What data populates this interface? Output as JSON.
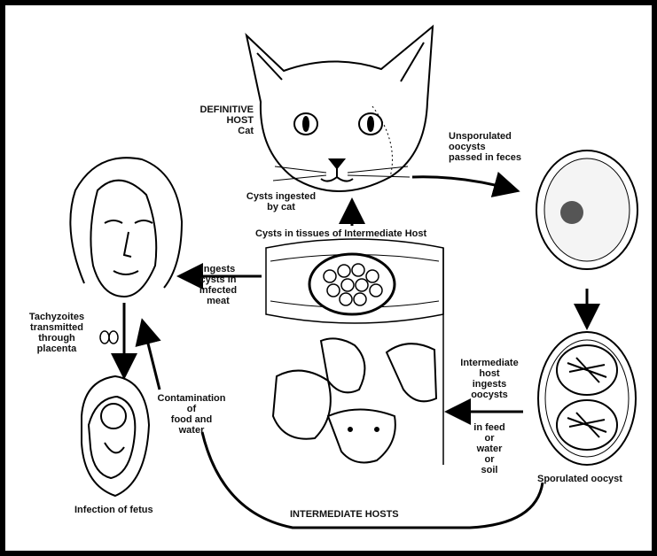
{
  "labels": {
    "definitive_host": [
      "DEFINITIVE",
      "HOST",
      "Cat"
    ],
    "unsporulated": [
      "Unsporulated",
      "oocysts",
      "passed in feces"
    ],
    "cysts_ingested": [
      "Cysts ingested",
      "by cat"
    ],
    "cysts_in_tissues": "Cysts in tissues of Intermediate Host",
    "ingests_cysts": [
      "ingests",
      "cysts in",
      "infected",
      "meat"
    ],
    "tachyzoites": [
      "Tachyzoites",
      "transmitted",
      "through",
      "placenta"
    ],
    "contamination": [
      "Contamination",
      "of",
      "food and",
      "water"
    ],
    "intermediate_host_ingests": [
      "Intermediate",
      "host",
      "ingests",
      "oocysts"
    ],
    "in_feed": [
      "in feed",
      "or",
      "water",
      "or",
      "soil"
    ],
    "sporulated": "Sporulated oocyst",
    "infection_fetus": "Infection of fetus",
    "intermediate_hosts": "INTERMEDIATE HOSTS"
  }
}
